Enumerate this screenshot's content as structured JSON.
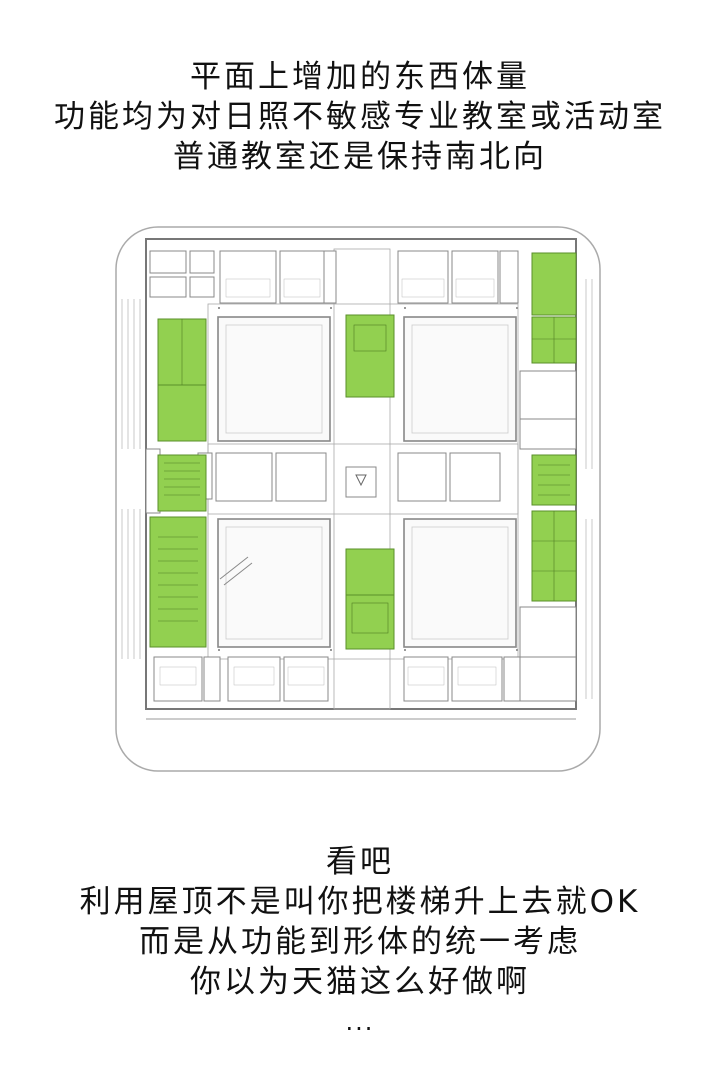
{
  "caption_top": {
    "line1": "平面上增加的东西体量",
    "line2": "功能均为对日照不敏感专业教室或活动室",
    "line3": "普通教室还是保持南北向"
  },
  "caption_bottom": {
    "line1": "看吧",
    "line2": "利用屋顶不是叫你把楼梯升上去就OK",
    "line3": "而是从功能到形体的统一考虑",
    "line4": "你以为天猫这么好做啊",
    "line5": "..."
  },
  "colors": {
    "green_functional_room": "#92d050",
    "wall": "#777777",
    "line": "#999999"
  }
}
